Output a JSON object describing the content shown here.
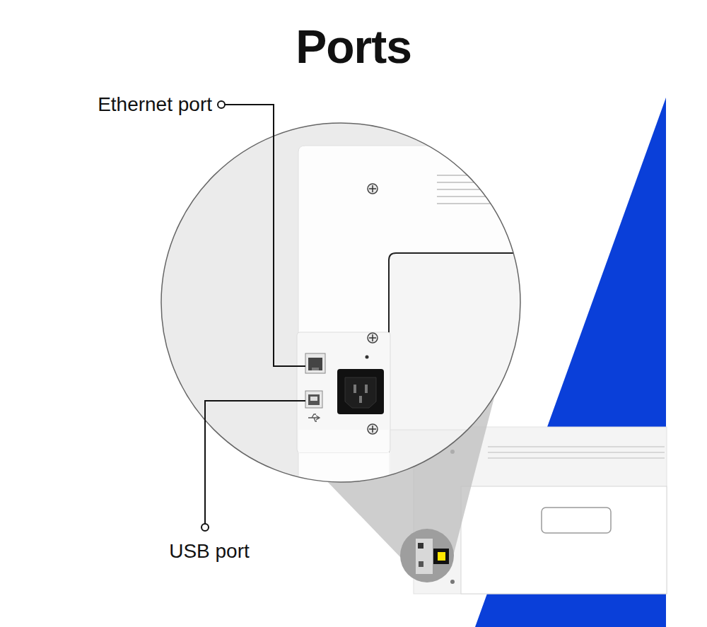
{
  "diagram": {
    "title": "Ports",
    "labels": [
      "Ethernet port",
      "USB port"
    ]
  }
}
